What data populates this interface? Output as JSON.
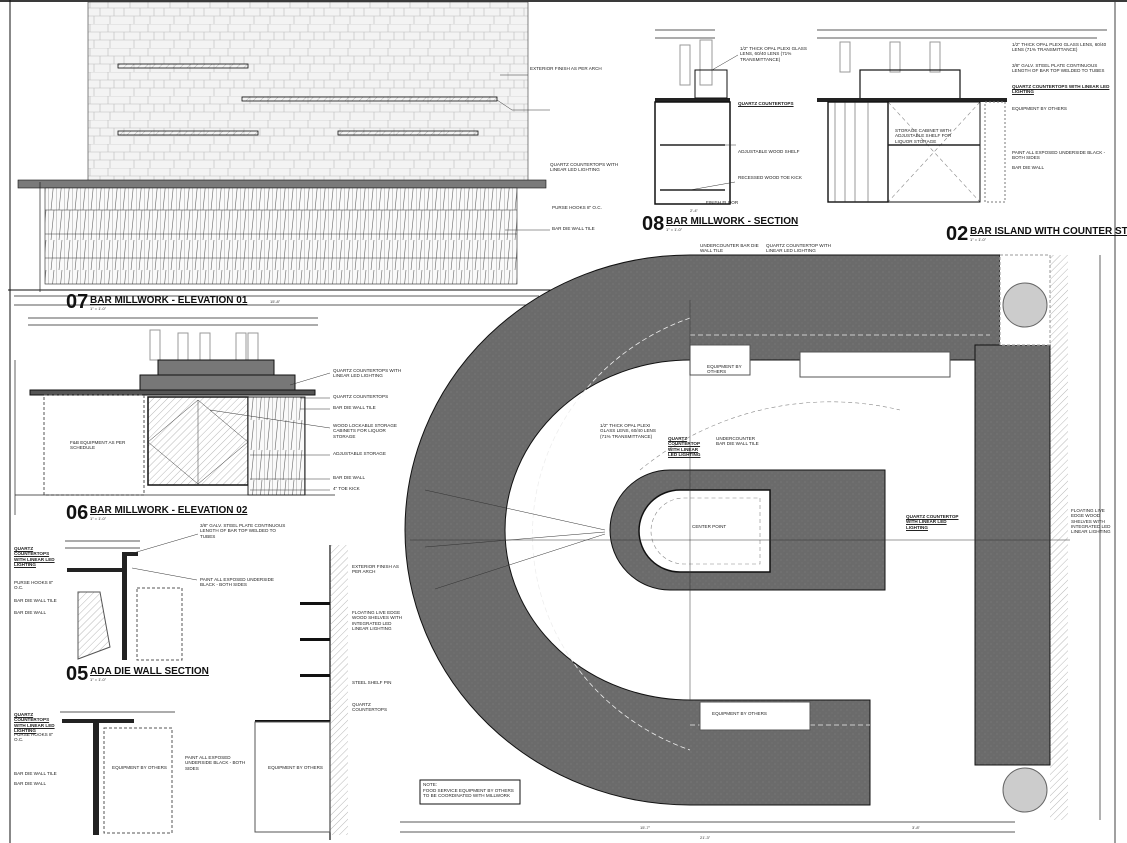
{
  "sheet": {
    "top_bar_color": "#3a3a3a",
    "counter_color": "#6e6e6e"
  },
  "details": [
    {
      "number": "07",
      "title": "BAR MILLWORK - ELEVATION 01",
      "scale": "1\" = 1'-0\""
    },
    {
      "number": "06",
      "title": "BAR MILLWORK - ELEVATION 02",
      "scale": "1\" = 1'-0\""
    },
    {
      "number": "05",
      "title": "ADA DIE WALL SECTION",
      "scale": "1\" = 1'-0\""
    },
    {
      "number": "08",
      "title": "BAR MILLWORK - SECTION",
      "scale": "1\" = 1'-0\""
    },
    {
      "number": "02",
      "title": "BAR ISLAND WITH COUNTER STEPS",
      "scale": "1\" = 1'-0\""
    }
  ],
  "callouts": {
    "exterior_finish": "EXTERIOR FINISH AS PER ARCH",
    "quartz_counter": "QUARTZ COUNTERTOPS",
    "quartz_led": "QUARTZ COUNTERTOPS WITH LINEAR LED LIGHTING",
    "die_wall_tile": "BAR DIE WALL TILE",
    "purse_hooks": "PURSE HOOKS 8\" O.C.",
    "equipment_schedule": "F&B EQUIPMENT AS PER SCHEDULE",
    "lockable_storage": "WOOD LOCKABLE STORAGE CABINETS FOR LIQUOR STORAGE",
    "adjustable_storage": "ADJUSTABLE STORAGE",
    "bar_die_wall": "BAR DIE WALL",
    "toe_kick": "4\" TOE KICK",
    "opal_plexi": "1/2\" THICK OPAL PLEXI GLASS LENS, 60/40 LENS (71% TRANSMITTANCE)",
    "adjustable_shelf": "ADJUSTABLE WOOD SHELF",
    "recessed_toe": "RECESSED WOOD TOE KICK",
    "finish_floor": "FINISH FLOOR",
    "storage_cabinet": "STORAGE CABINET WITH ADJUSTABLE SHELF FOR LIQUOR STORAGE",
    "steel_plate": "3/8\" GALV. STEEL PLATE CONTINUOUS LENGTH OF BAR TOP WELDED TO TUBES",
    "equipment_others": "EQUIPMENT BY OTHERS",
    "paint_black": "PAINT ALL EXPOSED UNDERSIDE BLACK - BOTH SIDES",
    "steel_shelf_pin": "STEEL SHELF PIN",
    "floating_shelves": "FLOATING LIVE EDGE WOOD SHELVES WITH INTEGRATED LED LINEAR LIGHTING",
    "center_point": "CENTER POINT",
    "undercounter_tile": "UNDERCOUNTER BAR DIE WALL TILE",
    "quartz_led_plan": "QUARTZ COUNTERTOP WITH LINEAR LED LIGHTING",
    "plan_note_title": "NOTE:",
    "plan_note": "FOOD SERVICE EQUIPMENT BY OTHERS TO BE COORDINATED WITH MILLWORK"
  },
  "dimensions": {
    "overall_plan": "21'-3\"",
    "plan_sub": "15'-7\"",
    "opening": "3'-8\"",
    "elev_overall": "15'-8\"",
    "section_width": "2'-4\""
  }
}
